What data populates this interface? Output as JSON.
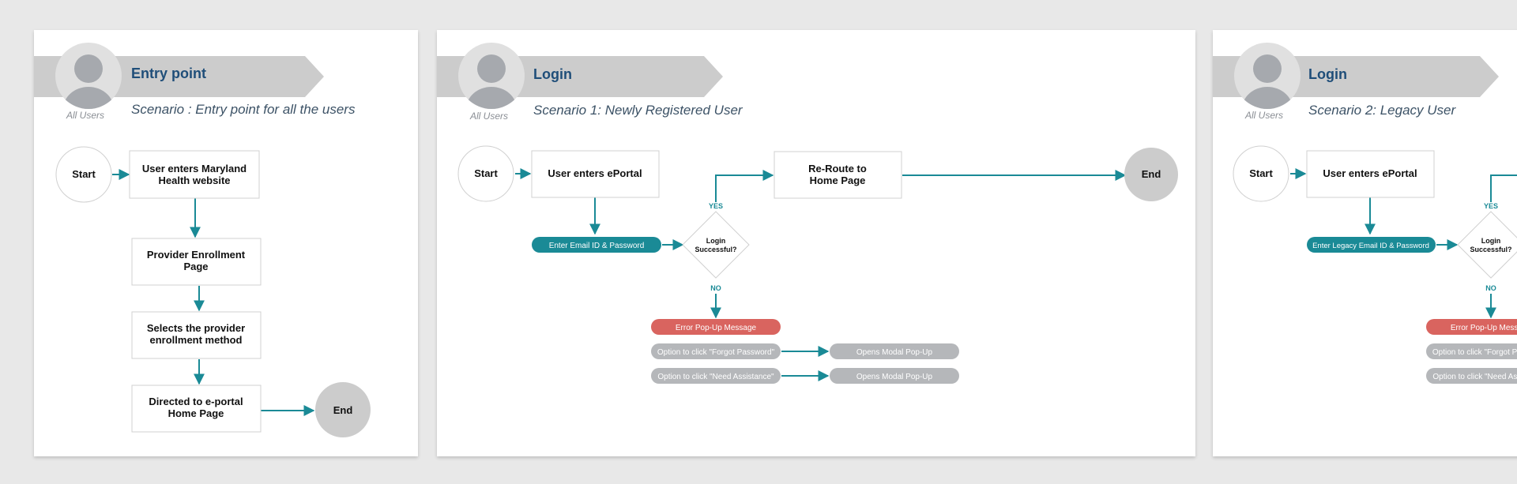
{
  "colors": {
    "teal": "#1a8a96",
    "pill_grey": "#b5b7ba",
    "error_red": "#d9645f",
    "end_grey": "#cccccc",
    "title_blue": "#1f4e79"
  },
  "cards": [
    {
      "title": "Entry point",
      "role": "All Users",
      "scenario": "Scenario : Entry point for all the users",
      "start": "Start",
      "end": "End",
      "step1": [
        "User enters Maryland",
        "Health website"
      ],
      "step2": [
        "Provider Enrollment",
        "Page"
      ],
      "step3": [
        "Selects the provider",
        "enrollment method"
      ],
      "step4": [
        "Directed to e-portal",
        "Home Page"
      ]
    },
    {
      "title": "Login",
      "role": "All Users",
      "scenario": "Scenario 1: Newly Registered User",
      "start": "Start",
      "end": "End",
      "portal": "User enters ePortal",
      "reroute": [
        "Re-Route to",
        "Home Page"
      ],
      "email_pill": "Enter Email ID & Password",
      "decision": [
        "Login",
        "Successful?"
      ],
      "yes": "YES",
      "no": "NO",
      "error": "Error Pop-Up  Message",
      "forgot": "Option to click \"Forgot Password\"",
      "assist": "Option to click \"Need Assistance\"",
      "modal1": "Opens Modal Pop-Up",
      "modal2": "Opens Modal Pop-Up"
    },
    {
      "title": "Login",
      "role": "All Users",
      "scenario": "Scenario 2: Legacy User",
      "start": "Start",
      "portal": "User enters ePortal",
      "email_pill": "Enter Legacy Email ID & Password",
      "decision": [
        "Login",
        "Successful?"
      ],
      "yes": "YES",
      "no": "NO",
      "error": "Error Pop-Up  Message",
      "forgot": "Option to click \"Forgot Password\"",
      "assist": "Option to click \"Need Assistance\""
    }
  ]
}
